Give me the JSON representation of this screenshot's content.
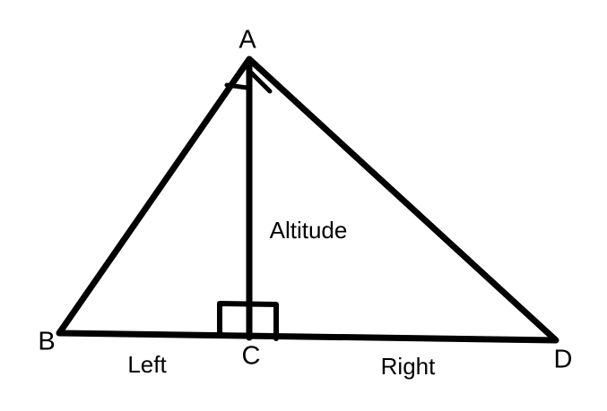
{
  "figure": {
    "type": "geometry-diagram",
    "background_color": "#ffffff",
    "line_color": "#000000",
    "labels": {
      "apex": "A",
      "bottom_left": "B",
      "foot_of_altitude": "C",
      "bottom_right": "D",
      "altitude": "Altitude",
      "left_segment": "Left",
      "right_segment": "Right"
    }
  }
}
